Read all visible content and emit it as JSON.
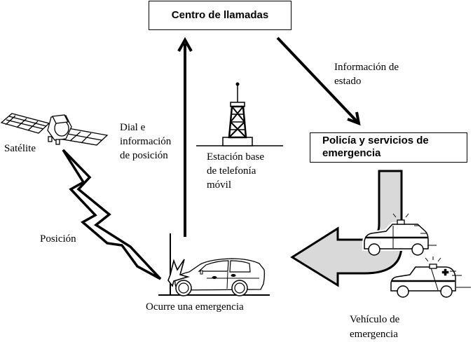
{
  "diagram": {
    "nodes": {
      "call_center": {
        "label": "Centro de llamadas"
      },
      "police": {
        "label": "Policía y servicios de emergencia"
      },
      "satellite": {
        "label": "Satélite"
      },
      "base_station": {
        "label_lines": [
          "Estación base",
          "de telefonía",
          "móvil"
        ]
      },
      "emergency": {
        "label": "Ocurre una emergencia"
      },
      "vehicles": {
        "label_lines": [
          "Vehículo de",
          "emergencia"
        ]
      }
    },
    "edges": {
      "dial_info": {
        "label_lines": [
          "Dial e",
          "información",
          "de posición"
        ]
      },
      "status_info": {
        "label_lines": [
          "Información de",
          "estado"
        ]
      },
      "position": {
        "label": "Posición"
      }
    },
    "colors": {
      "stroke": "#000000",
      "arrow_fill": "#d9d9d9",
      "background": "#ffffff"
    }
  }
}
